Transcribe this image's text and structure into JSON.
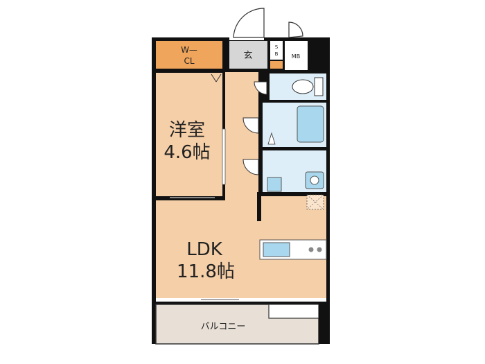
{
  "rooms": {
    "walkin_closet": {
      "line1": "W—",
      "line2": "CL"
    },
    "entrance": "玄",
    "shoe_box": {
      "line1": "S",
      "line2": "B"
    },
    "meter_box": "MB",
    "western_room": {
      "name": "洋室",
      "size": "4.6帖"
    },
    "ldk": {
      "name": "LDK",
      "size": "11.8帖"
    },
    "balcony": "バルコニー"
  },
  "colors": {
    "floor": "#f5cfa8",
    "closet": "#f0a55c",
    "entrance": "#d6d6d6",
    "wet_area": "#ddeef8",
    "fixture": "#a9d8ee",
    "balcony": "#e8e0d6",
    "wall": "#111111"
  }
}
